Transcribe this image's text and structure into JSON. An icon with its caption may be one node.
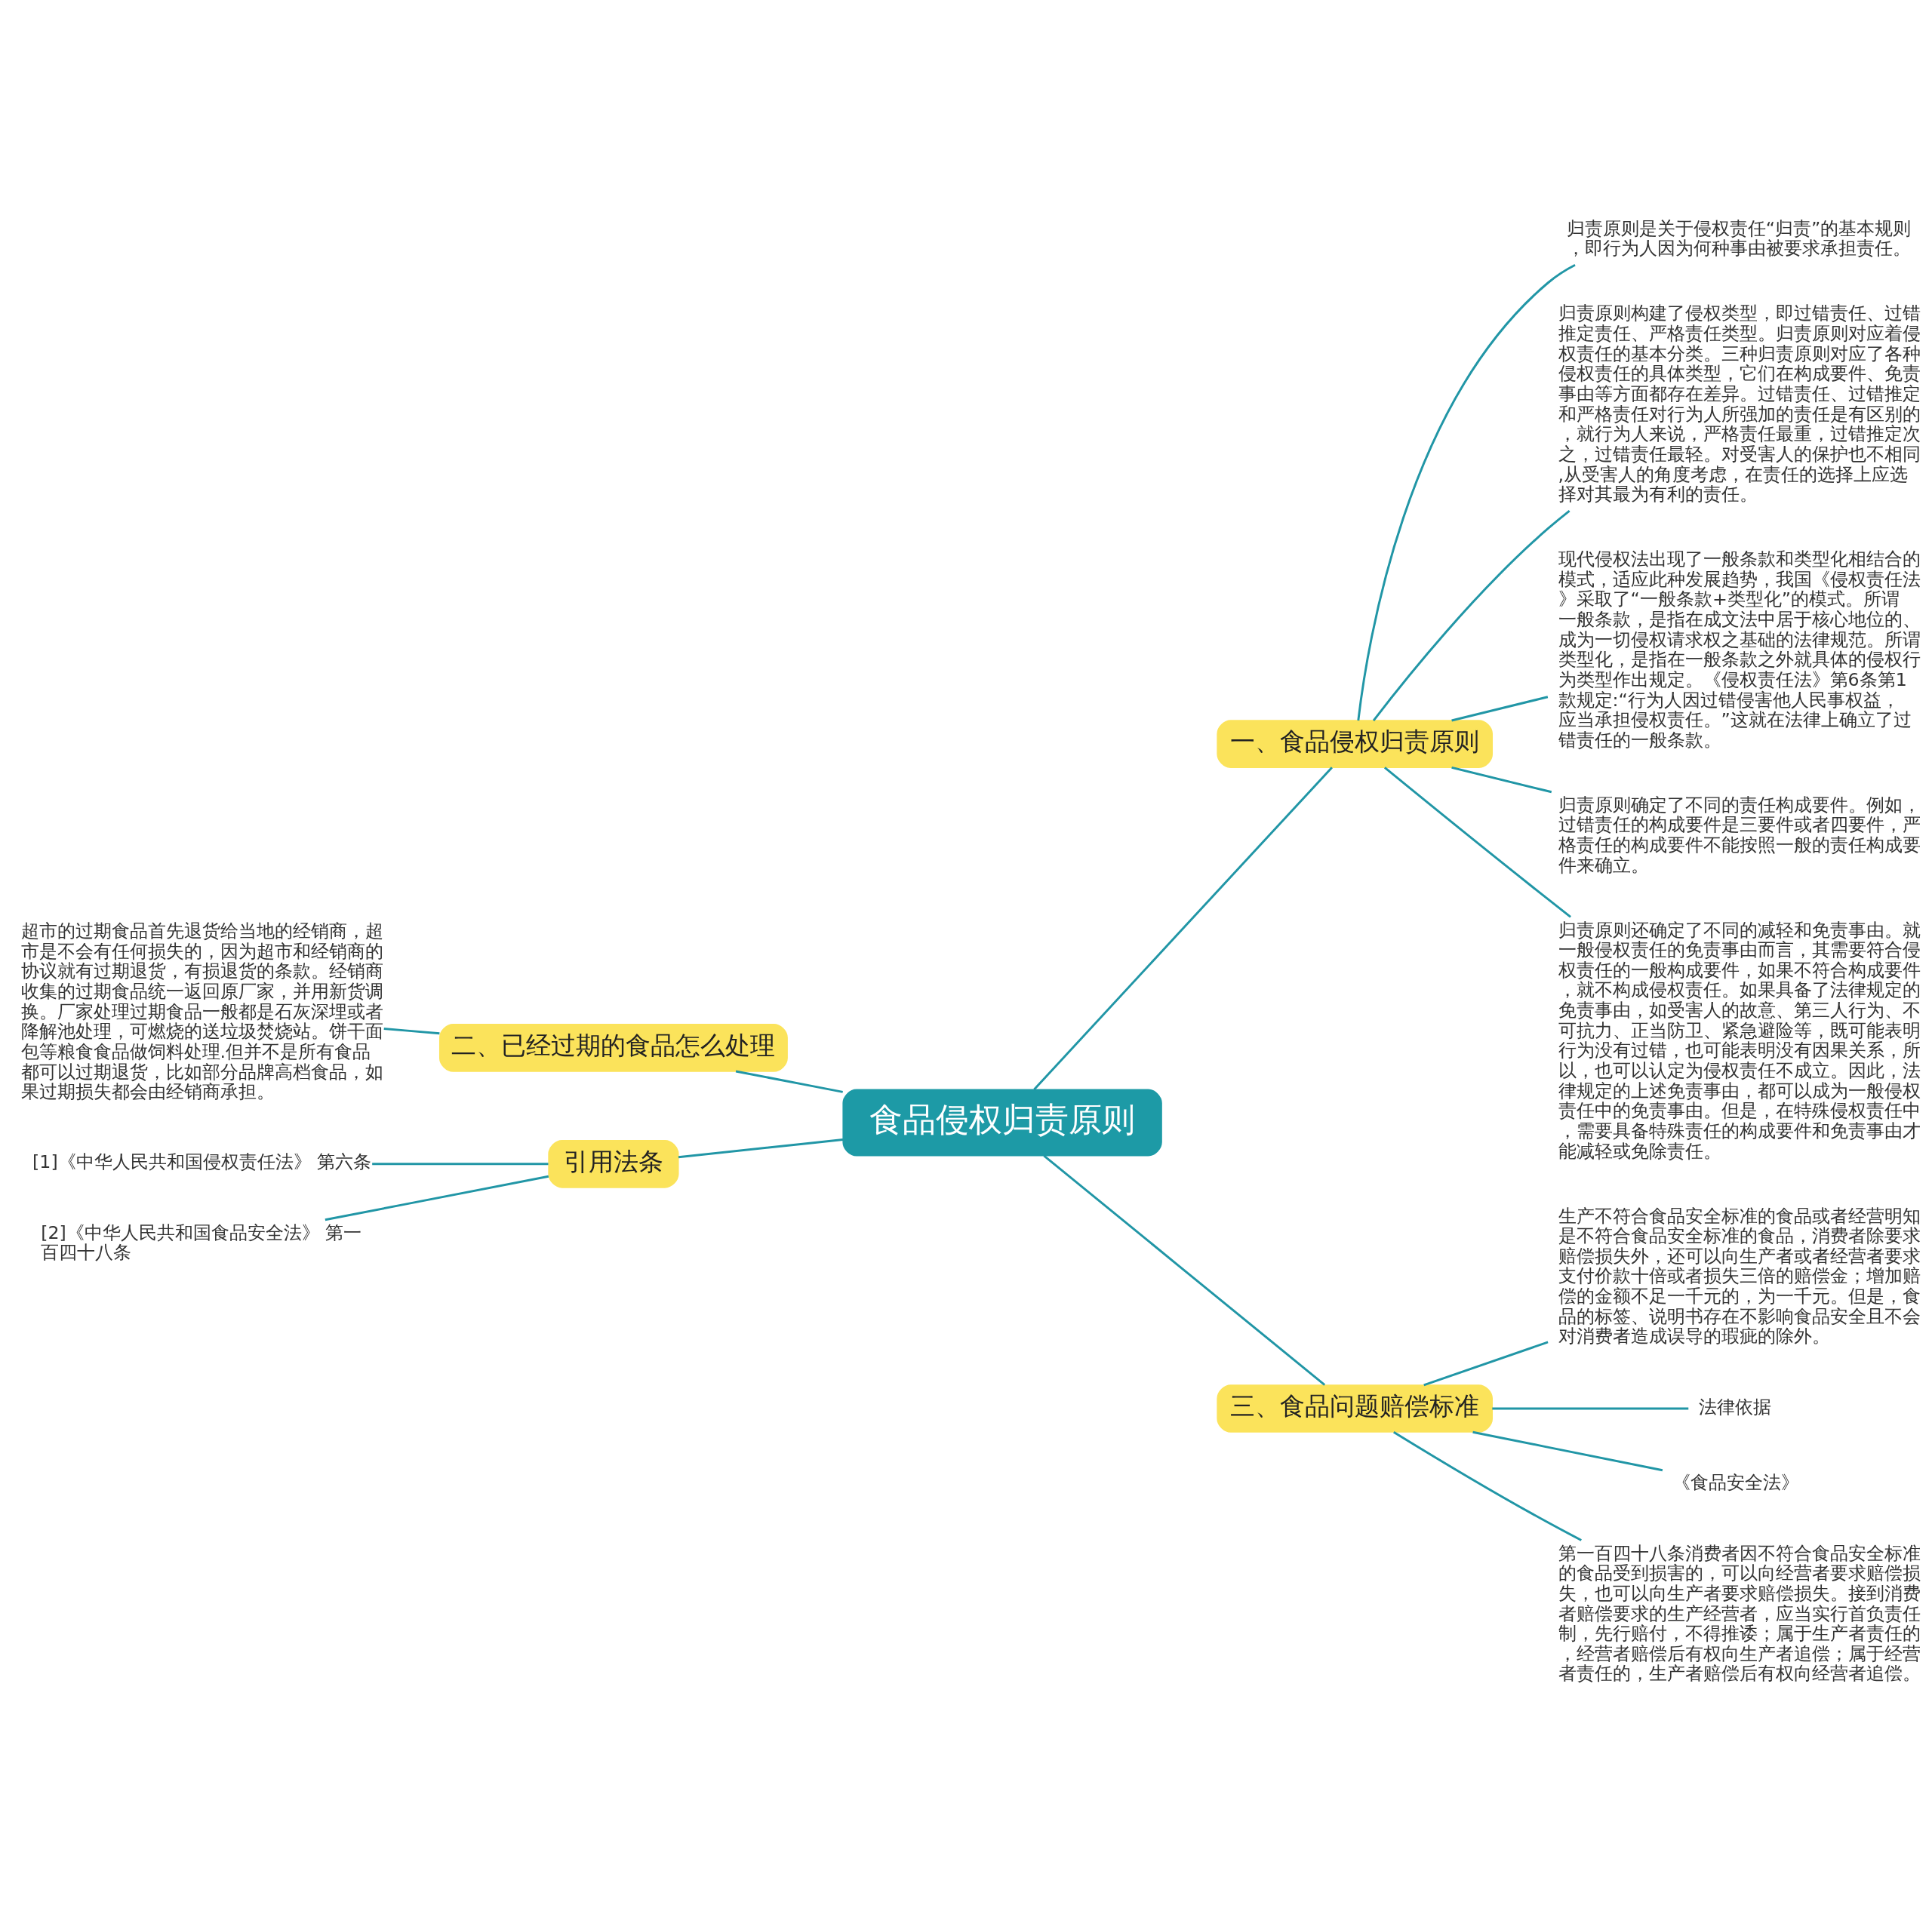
{
  "diagram": {
    "nodes": [
      {
        "text": [
          "食品侵权归责原则"
        ]
      },
      {
        "text": [
          "一、食品侵权归责原则"
        ]
      },
      {
        "text": [
          "归责原则是关于侵权责任“归责”的基本规则，即行为人因为何种事由被要求承担责任。"
        ]
      },
      {
        "text": [
          "归责原则构建了侵权类型，即过错责任、过错推定责任、严格责任类型。归责原则对应着侵权责任的基本分类。三种归责原则对应了各种侵权责任的具体类型，它们在构成要件、免责事由等方面都存在差异。过错责任、过错推定和严格责任对行为人所强加的责任是有区别的，就行为人来说，严格责任最重，过错推定次之，过错责任最轻。对受害人的保护也不相同,从受害人的角度考虑，在责任的选择上应选择对其最为有利的责任。"
        ]
      },
      {
        "text": [
          "现代侵权法出现了一般条款和类型化相结合的模式，适应此种发展趋势，我国《侵权责任法》采取了“一般条款+类型化”的模式。所谓一般条款，是指在成文法中居于核心地位的、成为一切侵权请求权之基础的法律规范。所谓类型化，是指在一般条款之外就具体的侵权行为类型作出规定。《侵权责任法》第6条第1款规定:“行为人因过错侵害他人民事权益，应当承担侵权责任。”这就在法律上确立了过错责任的一般条款。"
        ]
      },
      {
        "text": [
          "归责原则确定了不同的责任构成要件。例如，过错责任的构成要件是三要件或者四要件，严格责任的构成要件不能按照一般的责任构成要件来确立。"
        ]
      },
      {
        "text": [
          "归责原则还确定了不同的减轻和免责事由。就一般侵权责任的免责事由而言，其需要符合侵权责任的一般构成要件，如果不符合构成要件，就不构成侵权责任。如果具备了法律规定的免责事由，如受害人的故意、第三人行为、不可抗力、正当防卫、紧急避险等，既可能表明行为没有过错，也可能表明没有因果关系，所以，也可以认定为侵权责任不成立。因此，法律规定的上述免责事由，都可以成为一般侵权责任中的免责事由。但是，在特殊侵权责任中，需要具备特殊责任的构成要件和免责事由才能减轻或免除责任。"
        ]
      },
      {
        "text": [
          "二、已经过期的食品怎么处理"
        ]
      },
      {
        "text": [
          "超市的过期食品首先退货给当地的经销商，超市是不会有任何损失的，因为超市和经销商的协议就有过期退货，有损退货的条款。经销商收集的过期食品统一返回原厂家，并用新货调换。厂家处理过期食品一般都是石灰深埋或者降解池处理，可燃烧的送垃圾焚烧站。饼干面包等粮食食品做饲料处理.但并不是所有食品都可以过期退货，比如部分品牌高档食品，如果过期损失都会由经销商承担。"
        ]
      },
      {
        "text": [
          "引用法条"
        ]
      },
      {
        "text": [
          "[1]《中华人民共和国侵权责任法》 第六条"
        ]
      },
      {
        "text": [
          "[2]《中华人民共和国食品安全法》 第一百四十八条"
        ]
      },
      {
        "text": [
          "三、食品问题赔偿标准"
        ]
      },
      {
        "text": [
          "生产不符合食品安全标准的食品或者经营明知是不符合食品安全标准的食品，消费者除要求赔偿损失外，还可以向生产者或者经营者要求支付价款十倍或者损失三倍的赔偿金；增加赔偿的金额不足一千元的，为一千元。但是，食品的标签、说明书存在不影响食品安全且不会对消费者造成误导的瑕疵的除外。"
        ]
      },
      {
        "text": [
          "法律依据"
        ]
      },
      {
        "text": [
          "《食品安全法》"
        ]
      },
      {
        "text": [
          "第一百四十八条消费者因不符合食品安全标准的食品受到损害的，可以向经营者要求赔偿损失，也可以向生产者要求赔偿损失。接到消费者赔偿要求的生产经营者，应当实行首负责任制，先行赔付，不得推诿；属于生产者责任的，经营者赔偿后有权向生产者追偿；属于经营者责任的，生产者赔偿后有权向经营者追偿。"
        ]
      }
    ],
    "edges": [
      {
        "from": 0,
        "to": 1,
        "arrow": "none"
      },
      {
        "from": 1,
        "to": 2,
        "arrow": "none"
      },
      {
        "from": 1,
        "to": 3,
        "arrow": "none"
      },
      {
        "from": 1,
        "to": 4,
        "arrow": "none"
      },
      {
        "from": 1,
        "to": 5,
        "arrow": "none"
      },
      {
        "from": 1,
        "to": 6,
        "arrow": "none"
      },
      {
        "from": 0,
        "to": 7,
        "arrow": "none"
      },
      {
        "from": 7,
        "to": 8,
        "arrow": "none"
      },
      {
        "from": 0,
        "to": 9,
        "arrow": "none"
      },
      {
        "from": 9,
        "to": 10,
        "arrow": "none"
      },
      {
        "from": 9,
        "to": 11,
        "arrow": "none"
      },
      {
        "from": 0,
        "to": 12,
        "arrow": "none"
      },
      {
        "from": 12,
        "to": 13,
        "arrow": "none"
      },
      {
        "from": 12,
        "to": 14,
        "arrow": "none"
      },
      {
        "from": 12,
        "to": 15,
        "arrow": "none"
      },
      {
        "from": 12,
        "to": 16,
        "arrow": "none"
      }
    ]
  }
}
